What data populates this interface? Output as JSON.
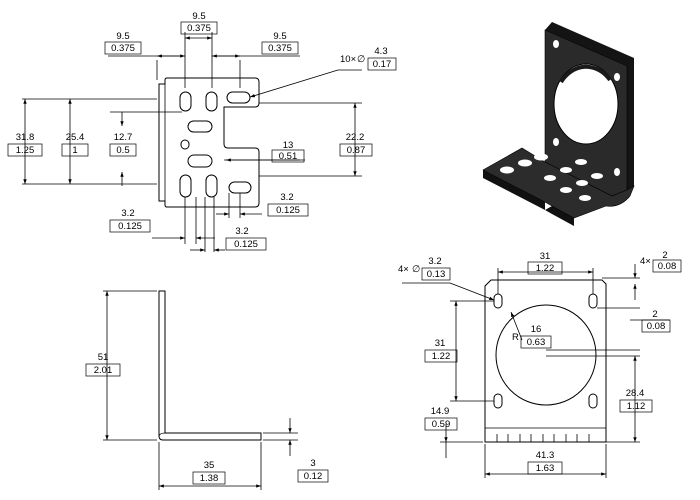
{
  "front_view": {
    "dim_top_left": {
      "mm": "9.5",
      "in": "0.375"
    },
    "dim_top_mid": {
      "mm": "9.5",
      "in": "0.375"
    },
    "dim_top_right": {
      "mm": "9.5",
      "in": "0.375"
    },
    "hole_callout": {
      "qty": "10×",
      "symbol": "∅",
      "mm": "4.3",
      "in": "0.17"
    },
    "dim_overall_height": {
      "mm": "31.8",
      "in": "1.25"
    },
    "dim_25_4": {
      "mm": "25.4",
      "in": "1"
    },
    "dim_12_7": {
      "mm": "12.7",
      "in": "0.5"
    },
    "dim_13": {
      "mm": "13",
      "in": "0.51"
    },
    "dim_22_2": {
      "mm": "22.2",
      "in": "0.87"
    },
    "dim_3_2_left": {
      "mm": "3.2",
      "in": "0.125"
    },
    "dim_3_2_mid": {
      "mm": "3.2",
      "in": "0.125"
    },
    "dim_3_2_right": {
      "mm": "3.2",
      "in": "0.125"
    }
  },
  "side_view": {
    "dim_height": {
      "mm": "51",
      "in": "2.01"
    },
    "dim_length": {
      "mm": "35",
      "in": "1.38"
    },
    "dim_thickness": {
      "mm": "3",
      "in": "0.12"
    }
  },
  "plate_view": {
    "hole_callout": {
      "qty": "4×",
      "symbol": "∅",
      "mm": "3.2",
      "in": "0.13"
    },
    "dim_31_top": {
      "mm": "31",
      "in": "1.22"
    },
    "dim_2_top": {
      "qty": "4×",
      "mm": "2",
      "in": "0.08"
    },
    "dim_2_side": {
      "mm": "2",
      "in": "0.08"
    },
    "dim_radius": {
      "prefix": "R",
      "mm": "16",
      "in": "0.63"
    },
    "dim_31_left": {
      "mm": "31",
      "in": "1.22"
    },
    "dim_28_4": {
      "mm": "28.4",
      "in": "1.12"
    },
    "dim_14_9": {
      "mm": "14.9",
      "in": "0.59"
    },
    "dim_41_3": {
      "mm": "41.3",
      "in": "1.63"
    }
  },
  "iso_view": {
    "color": "#2a2a2a"
  }
}
